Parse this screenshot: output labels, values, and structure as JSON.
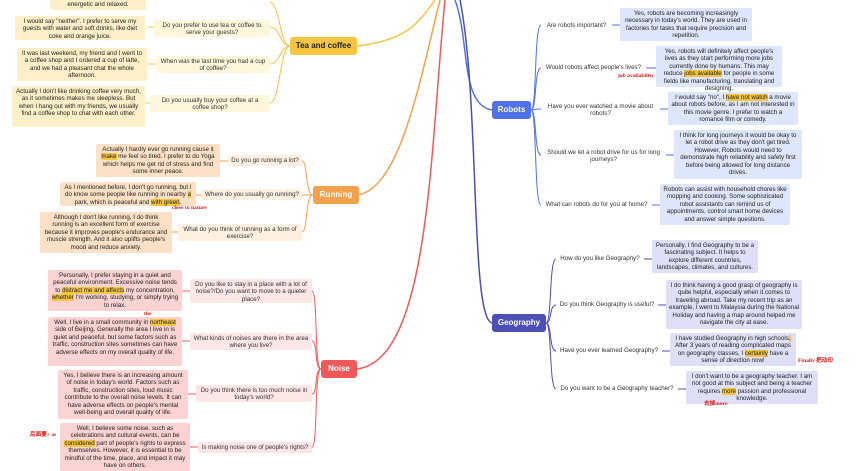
{
  "colors": {
    "tea": "#f6c542",
    "running": "#f5a14c",
    "noise": "#f0595a",
    "robots": "#4f72e6",
    "geography": "#4c4fb6",
    "note": "#d21a1a"
  },
  "tea": {
    "topic": "Tea and coffee",
    "top_fragment": "energetic and relaxed.",
    "items": [
      {
        "q": "Do you prefer to use tea or coffee to serve your guests?",
        "a": "I would say \"neither\". I prefer to serve my guests with water and soft drinks, like diet coke and orange juice."
      },
      {
        "q": "When was the last time you had a cup of coffee?",
        "a": "It was last weekend, my friend and I went to a coffee shop and I ordered a cup of latte, and we had a pleasant chat the whole afternoon."
      },
      {
        "q": "Do you usually buy your coffee at a coffee shop?",
        "a": "Actually I don't like drinking coffee very much, as it sometimes makes me sleepless. But when I hang out with my friends, we usually find a coffee shop to chat with each other."
      }
    ]
  },
  "running": {
    "topic": "Running",
    "items": [
      {
        "q": "Do you go running a lot?",
        "a_pre": "Actually I hardly ever go running cause it ",
        "a_hl": "make",
        "a_post": " me feel so tired. I prefer to do Yoga which helps me get rid of stress and find some inner peace."
      },
      {
        "q": "Where do you usually go running?",
        "a_pre": "As I mentioned before, I don't go running, but I do know some people like running in nearby ",
        "a_hl": "a",
        "a_mid": " park, which is peaceful and ",
        "a_hl2": "with green",
        "a_post": "."
      },
      {
        "q": "What do you think of running as a form of exercise?",
        "a": "Although I don't like running, I do think running is an excellent form of exercise because it improves people's endurance and muscle strength. And it also uplifts people's mood and reduce anxiety."
      }
    ],
    "note": "close to nature"
  },
  "noise": {
    "topic": "Noise",
    "items": [
      {
        "q": "Do you like to stay in a place with a lot of noise?/Do you want to move to a quieter place?",
        "a_pre": "Personally, I prefer staying in a quiet and peaceful environment. Excessive noise tends to ",
        "a_hl": "distract me and affects",
        "a_mid": " my concentration, ",
        "a_hl2": "whether",
        "a_post": " I'm working, studying, or simply trying to relax."
      },
      {
        "q": "What kinds of noises are there in the area where you live?",
        "a_pre": "Well, I live in a small community in ",
        "a_hl": "northeast",
        "a_post": " side of Beijing. Generally the area I live in is quiet and peaceful, but some factors such as traffic, construction sites sometimes can have adverse effects on my overall quality of life."
      },
      {
        "q": "Do you think there is too much noise in today's world?",
        "a": "Yes, I believe there is an increasing amount of noise in today's world. Factors such as traffic, construction sites, loud music contribute to the overall noise levels. It can have adverse effects on people's mental well-being and overall quality of life."
      },
      {
        "q": "Is making noise one of people's rights?",
        "a_pre": "Well, I believe some noise, such as celebrations and cultural events, can be ",
        "a_hl": "considered",
        "a_post": " part of people's rights to express themselves. However, it is essential to be mindful of the time, place, and impact it may have on others."
      }
    ],
    "note_the": "the",
    "note_left": "后面要+ as"
  },
  "robots": {
    "topic": "Robots",
    "items": [
      {
        "q": "Are robots important?",
        "a": "Yes, robots are becoming increasingly necessary  in today's world. They are used in factories for tasks that require precision and repetition."
      },
      {
        "q": "Would robots affect people's lives?",
        "a_pre": "Yes, robots will definitely affect people's lives as they start performing more jobs currently done by humans. This may reduce ",
        "a_hl": "jobs available",
        "a_post": " for people in some fields like manufacturing, translating and designing."
      },
      {
        "q": "Have you ever watched a movie about robots?",
        "a_pre": "I would say \"no\", I ",
        "a_hl": "have not watch",
        "a_post": " a movie about robots before, as I am not interested in this movie genre. I prefer to watch a romance film or comedy."
      },
      {
        "q": "Should we let a robot drive for us for long journeys?",
        "a": "I think for long journeys it would be okay to let a robot drive as they don't get tired. However,  Robots would need to demonstrate high reliability and safety first before being allowed for long distance drives."
      },
      {
        "q": "What can robots do for you at home?",
        "a": "Robots can assist with household chores like mopping and cooking. Some sophisticated robot assistants can remind us of appointments, control smart home devices and answer simple questions."
      }
    ],
    "note": "job availability"
  },
  "geography": {
    "topic": "Geography",
    "items": [
      {
        "q": "How do you like Geography?",
        "a": "Personally, I find Geography to be a fascinating subject.  It helps to explore different countries, landscapes, climates, and cultures."
      },
      {
        "q": "Do you think Geography is useful?",
        "a": "I do think having a good grasp of geography is quite helpful, especially when it comes to traveling abroad. Take my recent trip as an example, I went to Malaysia during the National Holiday and having a map around helped me navigate the city at ease."
      },
      {
        "q": "Have you ever learned Geography?",
        "a_pre": "I have studied Geography in high schools",
        "a_hl": ".",
        "a_mid": " After 3 years of reading complicated maps on geography classes, I ",
        "a_hl2": "certainly",
        "a_post": " have a sense of direction now!"
      },
      {
        "q": "Do you want to be a Geography teacher?",
        "a_pre": "I don't want to be a geography teacher. I am not good at this subject and being a teacher requires ",
        "a_hl": "more",
        "a_post": " passion and professional knowledge."
      }
    ],
    "note1": "Finally 把动印",
    "note2": "去掉more"
  }
}
